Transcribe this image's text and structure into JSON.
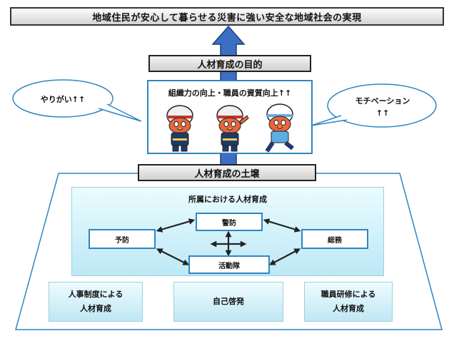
{
  "goal": "地域住民が安心して暮らせる災害に強い安全な地域社会の実現",
  "purpose": {
    "title": "人材育成の目的",
    "text": "組織力の向上・職員の資質向上↑↑"
  },
  "bubbles": {
    "left": "やりがい↑↑",
    "right_line1": "モチベーション",
    "right_line2": "↑↑"
  },
  "foundation": {
    "title": "人材育成の土壌",
    "inner_title": "所属における人材育成",
    "nodes": {
      "top": "警防",
      "left": "予防",
      "right": "総務",
      "bottom": "活動隊"
    }
  },
  "bottom_boxes": [
    {
      "line1": "人事制度による",
      "line2": "人材育成"
    },
    {
      "line1": "自己啓発",
      "line2": ""
    },
    {
      "line1": "職員研修による",
      "line2": "人材育成"
    }
  ],
  "colors": {
    "accent_blue": "#2e86c1",
    "arrow_blue": "#3a6fc4",
    "panel_light_blue": "#bde8f6"
  }
}
